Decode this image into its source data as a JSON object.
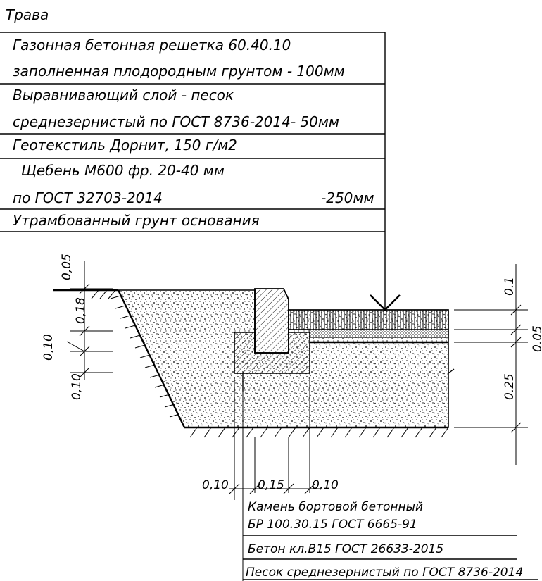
{
  "legend_layers": {
    "top_label": "Трава",
    "rows": [
      {
        "lines": [
          "Газонная бетонная решетка 60.40.10",
          "заполненная плодородным грунтом - 100мм"
        ]
      },
      {
        "lines": [
          "Выравнивающий слой - песок",
          "среднезернистый по ГОСТ 8736-2014- 50мм"
        ]
      },
      {
        "lines": [
          "Геотекстиль Дорнит, 150 г/м2"
        ]
      },
      {
        "lines": [
          "Щебень М600 фр. 20-40 мм",
          "по ГОСТ 32703-2014"
        ],
        "suffix": "-250мм"
      },
      {
        "lines": [
          "Утрамбованный грунт основания"
        ]
      }
    ]
  },
  "dimensions_left": {
    "d_005": "0,05",
    "d_018": "0,18",
    "d_010_a": "0,10",
    "d_010_b": "0,10"
  },
  "dimensions_right": {
    "d_01": "0.1",
    "d_005": "0.05",
    "d_025": "0.25"
  },
  "dimensions_bottom": {
    "d_010_left": "0,10",
    "d_015": "0,15",
    "d_010_right": "0,10"
  },
  "legend_bottom": {
    "curb_line1": "Камень бортовой бетонный",
    "curb_line2": "БР 100.30.15 ГОСТ 6665-91",
    "concrete": "Бетон кл.В15 ГОСТ 26633-2015",
    "sand": "Песок среднезернистый по ГОСТ 8736-2014"
  }
}
